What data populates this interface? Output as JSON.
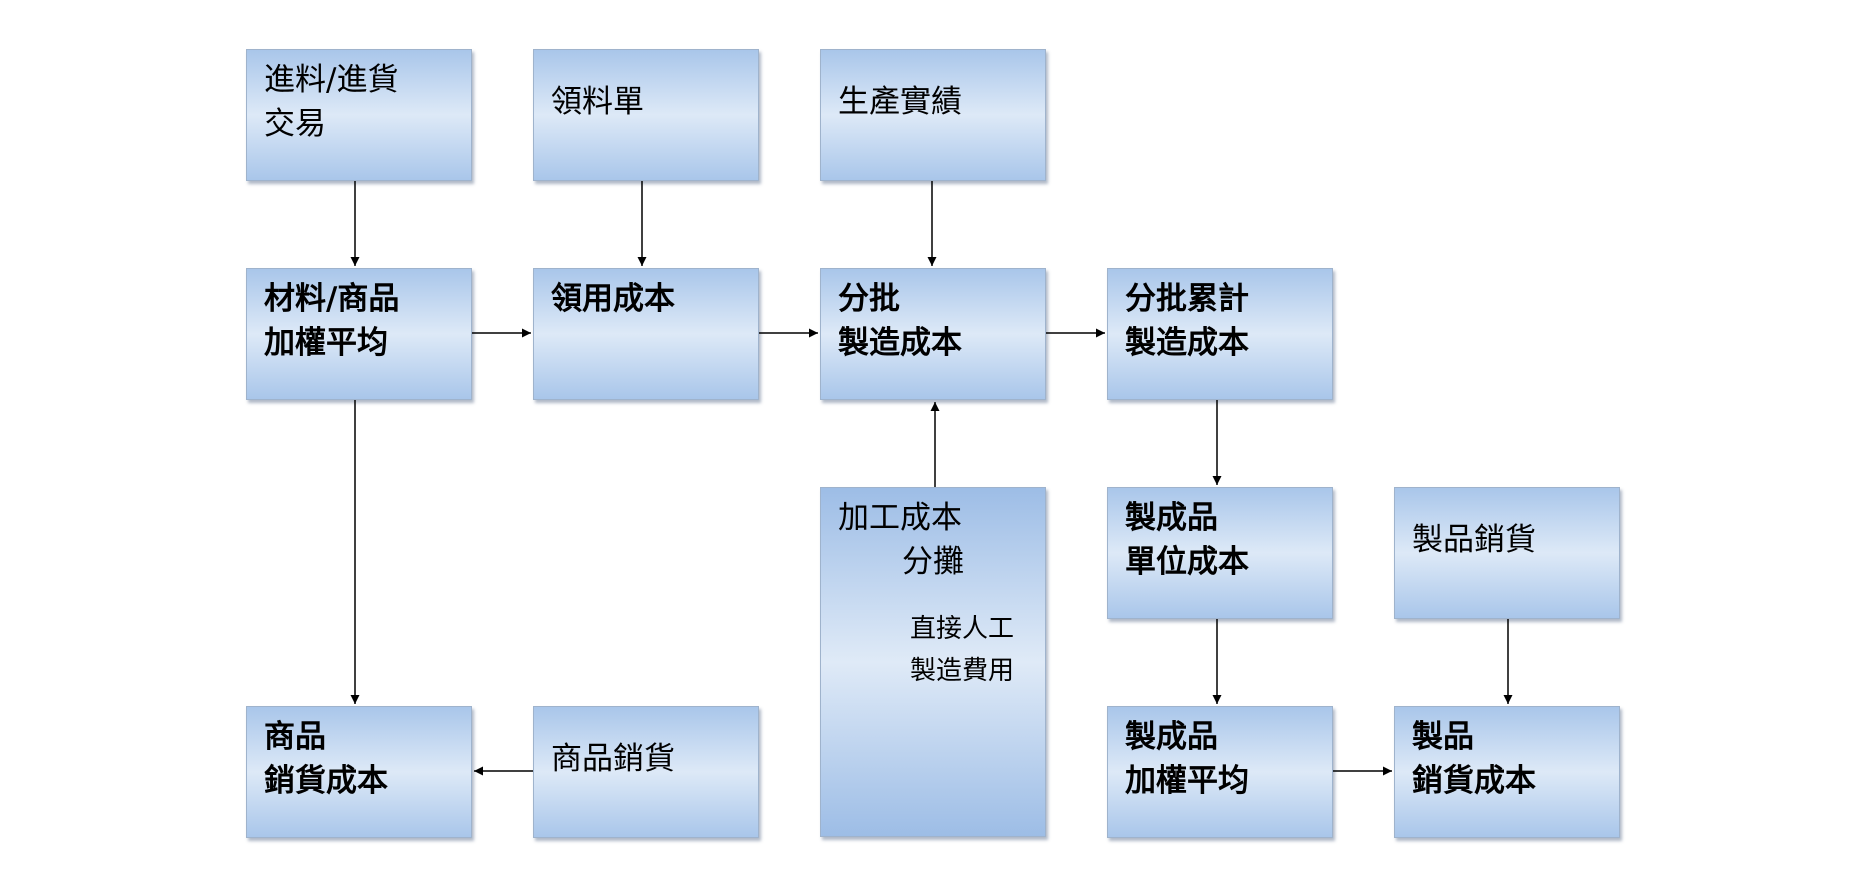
{
  "nodes": {
    "purchase": {
      "lines": [
        "進料/進貨",
        "交易"
      ]
    },
    "requisition": {
      "label": "領料單"
    },
    "production": {
      "label": "生產實績"
    },
    "weighted_avg": {
      "lines": [
        "材料/商品",
        "加權平均"
      ]
    },
    "material_cost": {
      "label": "領用成本"
    },
    "batch_cost": {
      "lines": [
        "分批",
        "製造成本"
      ]
    },
    "batch_cumulative": {
      "lines": [
        "分批累計",
        "製造成本"
      ]
    },
    "processing_alloc": {
      "lines": [
        "加工成本",
        "分攤"
      ],
      "sub_items": [
        "直接人工",
        "製造費用"
      ]
    },
    "unit_cost": {
      "lines": [
        "製成品",
        "單位成本"
      ]
    },
    "product_sales": {
      "label": "製品銷貨"
    },
    "goods_cogs": {
      "lines": [
        "商品",
        "銷貨成本"
      ]
    },
    "goods_sales": {
      "label": "商品銷貨"
    },
    "finished_avg": {
      "lines": [
        "製成品",
        "加權平均"
      ]
    },
    "product_cogs": {
      "lines": [
        "製品",
        "銷貨成本"
      ]
    }
  },
  "colors": {
    "box_edge": "#a9c6ea",
    "box_center": "#dde9f7",
    "arrow": "#000000"
  }
}
